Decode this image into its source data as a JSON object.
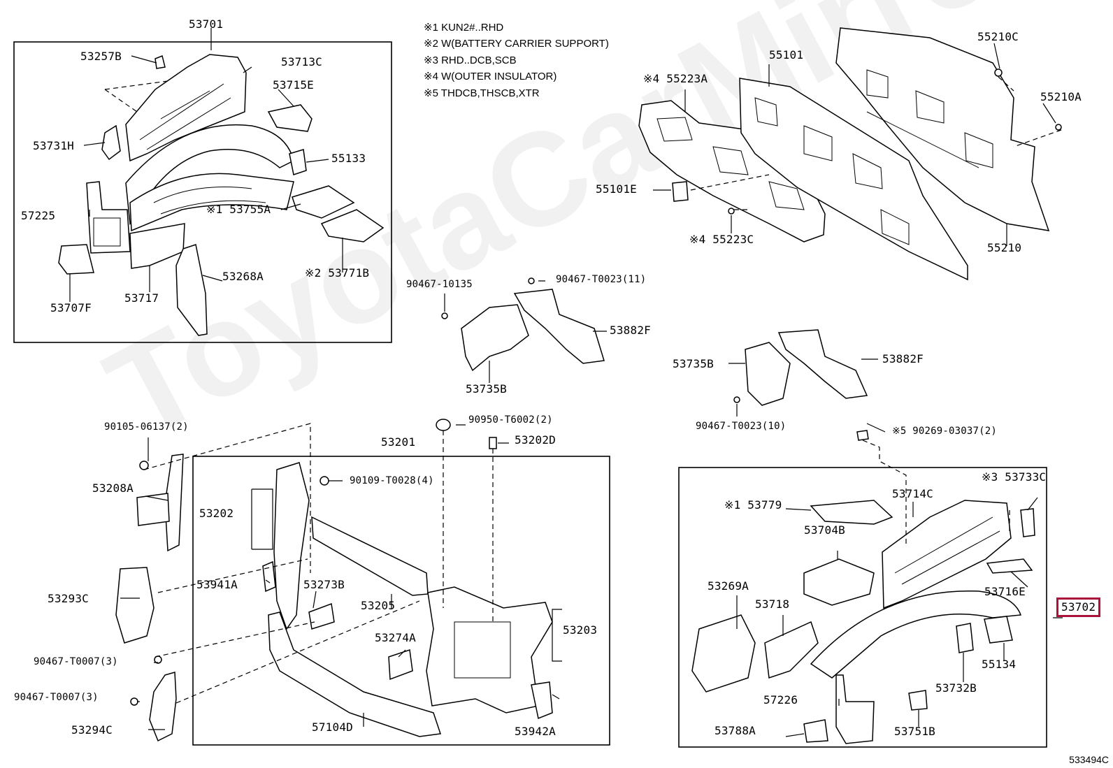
{
  "notes": [
    "※1 KUN2#..RHD",
    "※2 W(BATTERY CARRIER SUPPORT)",
    "※3 RHD..DCB,SCB",
    "※4 W(OUTER INSULATOR)",
    "※5 THDCB,THSCB,XTR"
  ],
  "labels": {
    "p53701": "53701",
    "p53257B": "53257B",
    "p53713C": "53713C",
    "p53715E": "53715E",
    "p53731H": "53731H",
    "p55133": "55133",
    "p57225": "57225",
    "p53755A": "※1 53755A",
    "p53771B": "※2 53771B",
    "p53268A": "53268A",
    "p53707F": "53707F",
    "p53717": "53717",
    "p55101": "55101",
    "p55210C": "55210C",
    "p55223A": "※4 55223A",
    "p55210A": "55210A",
    "p55101E": "55101E",
    "p55223C": "※4 55223C",
    "p55210": "55210",
    "p90467_10135": "90467-10135",
    "p90467_T0023_11": "90467-T0023(11)",
    "p53882F_a": "53882F",
    "p53735B_a": "53735B",
    "p53735B_b": "53735B",
    "p53882F_b": "53882F",
    "p90467_T0023_10": "90467-T0023(10)",
    "p90105_06137": "90105-06137(2)",
    "p90950_T6002": "90950-T6002(2)",
    "p53202D": "53202D",
    "p53201": "53201",
    "p90109_T0028": "90109-T0028(4)",
    "p53208A": "53208A",
    "p53202": "53202",
    "p53941A": "53941A",
    "p53273B": "53273B",
    "p53205": "53205",
    "p53293C": "53293C",
    "p53203": "53203",
    "p53274A": "53274A",
    "p90467_T0007_a": "90467-T0007(3)",
    "p90467_T0007_b": "90467-T0007(3)",
    "p53294C": "53294C",
    "p57104D": "57104D",
    "p53942A": "53942A",
    "p90269_03037": "※5 90269-03037(2)",
    "p53733C": "※3 53733C",
    "p53779": "※1 53779",
    "p53714C": "53714C",
    "p53704B": "53704B",
    "p53716E": "53716E",
    "p53269A": "53269A",
    "p53718": "53718",
    "p53702": "53702",
    "p55134": "55134",
    "p53732B": "53732B",
    "p57226": "57226",
    "p53788A": "53788A",
    "p53751B": "53751B"
  },
  "watermark": "ToyotaCarMirror",
  "corner_code": "533494C",
  "highlight_color": "#a8123b"
}
